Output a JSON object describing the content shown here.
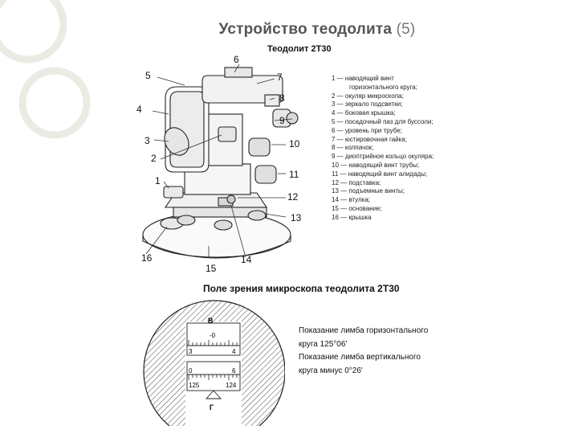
{
  "slide": {
    "title": "Устройство теодолита",
    "title_number": "(5)",
    "subtitle_instrument": "Теодолит 2Т30",
    "subtitle_field": "Поле зрения микроскопа теодолита 2Т30"
  },
  "callouts": [
    "1",
    "2",
    "3",
    "4",
    "5",
    "6",
    "7",
    "8",
    "9",
    "10",
    "11",
    "12",
    "13",
    "14",
    "15",
    "16"
  ],
  "legend": [
    {
      "text": "1 — наводящий винт",
      "cont": false
    },
    {
      "text": "горизонтального круга;",
      "cont": true
    },
    {
      "text": "2 — окуляр микроскопа;",
      "cont": false
    },
    {
      "text": "3 — зеркало подсветки;",
      "cont": false
    },
    {
      "text": "4 — боковая крышка;",
      "cont": false
    },
    {
      "text": "5 — посадочный паз для буссоли;",
      "cont": false
    },
    {
      "text": "6 — уровень при трубе;",
      "cont": false
    },
    {
      "text": "7 — юстировочная гайка;",
      "cont": false
    },
    {
      "text": "8 — колпачок;",
      "cont": false
    },
    {
      "text": "9 — диоптрийное кольцо окуляра;",
      "cont": false
    },
    {
      "text": "10 — наводящий винт трубы;",
      "cont": false
    },
    {
      "text": "11 — наводящий винт алидады;",
      "cont": false
    },
    {
      "text": "12 — подставка;",
      "cont": false
    },
    {
      "text": "13 — подъемные винты;",
      "cont": false
    },
    {
      "text": "14 — втулка;",
      "cont": false
    },
    {
      "text": "15 — основание;",
      "cont": false
    },
    {
      "text": "16 — крышка",
      "cont": false
    }
  ],
  "field_view": {
    "label_top": "В",
    "label_bottom": "Г",
    "scale_top_number": "-0",
    "scale_top_left": "3",
    "scale_top_right": "4",
    "scale_bottom_left": "0",
    "scale_bottom_right": "6",
    "circle_left": "125",
    "circle_right": "124"
  },
  "reading": {
    "line1": "Показание лимба горизонтального",
    "line2": "круга 125°06'",
    "line3": "Показание лимба вертикального",
    "line4": "круга минус 0°26'"
  },
  "colors": {
    "title": "#555555",
    "deco_ring": "#e4e4dc"
  }
}
